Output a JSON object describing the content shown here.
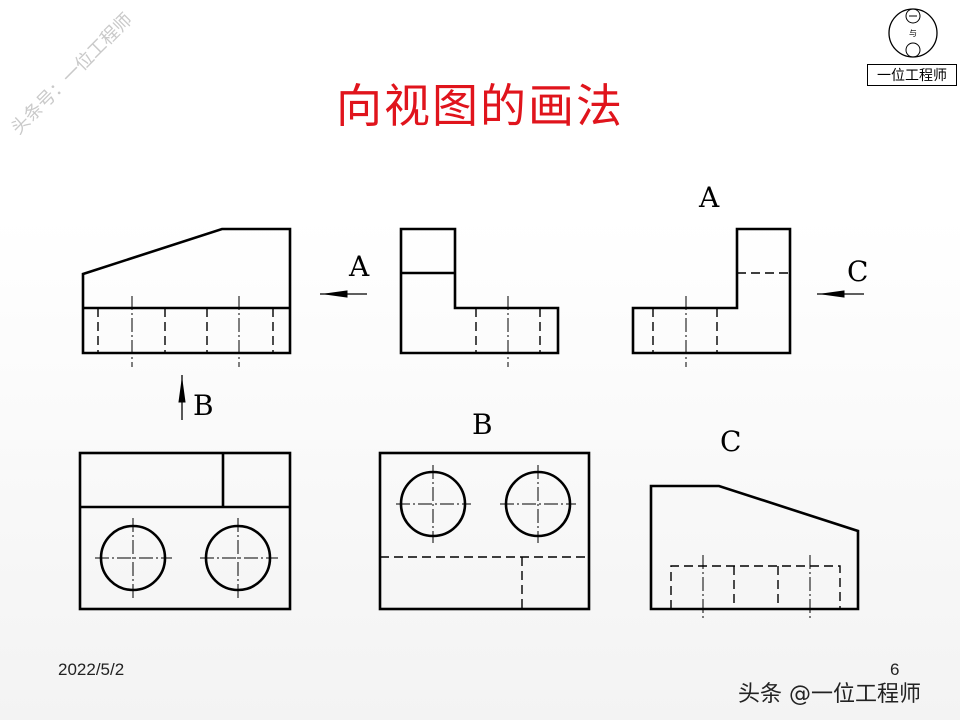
{
  "title": "向视图的画法",
  "watermark": "头条号：一位工程师",
  "logo": {
    "text": "一位工程师"
  },
  "footer": {
    "date": "2022/5/2",
    "page": "6",
    "source": "头条 @一位工程师"
  },
  "labels": {
    "arrow_a": "A",
    "arrow_b": "B",
    "arrow_c": "C",
    "view_a": "A",
    "view_b": "B",
    "view_c": "C"
  }
}
